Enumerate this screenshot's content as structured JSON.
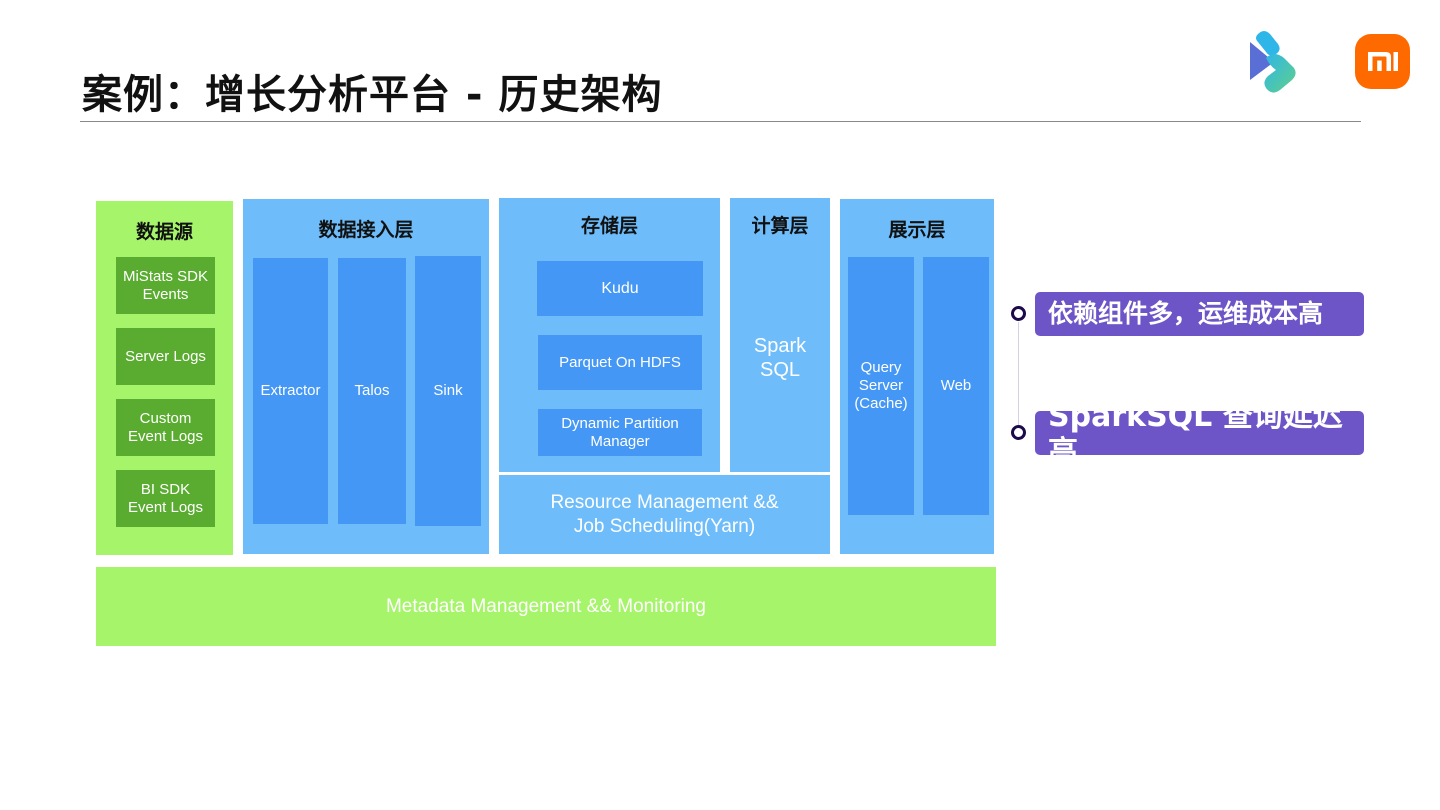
{
  "slide": {
    "title": "案例：增长分析平台 - 历史架构"
  },
  "diagram": {
    "layers": {
      "source": {
        "title": "数据源",
        "items": [
          "MiStats SDK\nEvents",
          "Server Logs",
          "Custom\nEvent Logs",
          "BI SDK\nEvent Logs"
        ]
      },
      "ingest": {
        "title": "数据接入层",
        "items": [
          "Extractor",
          "Talos",
          "Sink"
        ]
      },
      "storage": {
        "title": "存储层",
        "items": [
          "Kudu",
          "Parquet On HDFS",
          "Dynamic Partition\nManager"
        ]
      },
      "compute": {
        "title": "计算层",
        "label": "Spark\nSQL"
      },
      "display": {
        "title": "展示层",
        "items": [
          "Query\nServer\n(Cache)",
          "Web"
        ]
      }
    },
    "resource_bar": "Resource Management &&\nJob Scheduling(Yarn)",
    "metadata_bar": "Metadata Management && Monitoring"
  },
  "issues": [
    "依赖组件多，运维成本高",
    "SparkSQL 查询延迟高"
  ],
  "colors": {
    "green_outer": "#a6f46a",
    "green_inner": "#5aac30",
    "blue_outer": "#6ebdfa",
    "blue_inner": "#4497f4",
    "issue_pill": "#6d55c8",
    "logo_orange": "#ff6a00"
  },
  "icons": {
    "left_logo": "gradient-arrow-logo",
    "right_logo": "xiaomi-mi-logo"
  }
}
